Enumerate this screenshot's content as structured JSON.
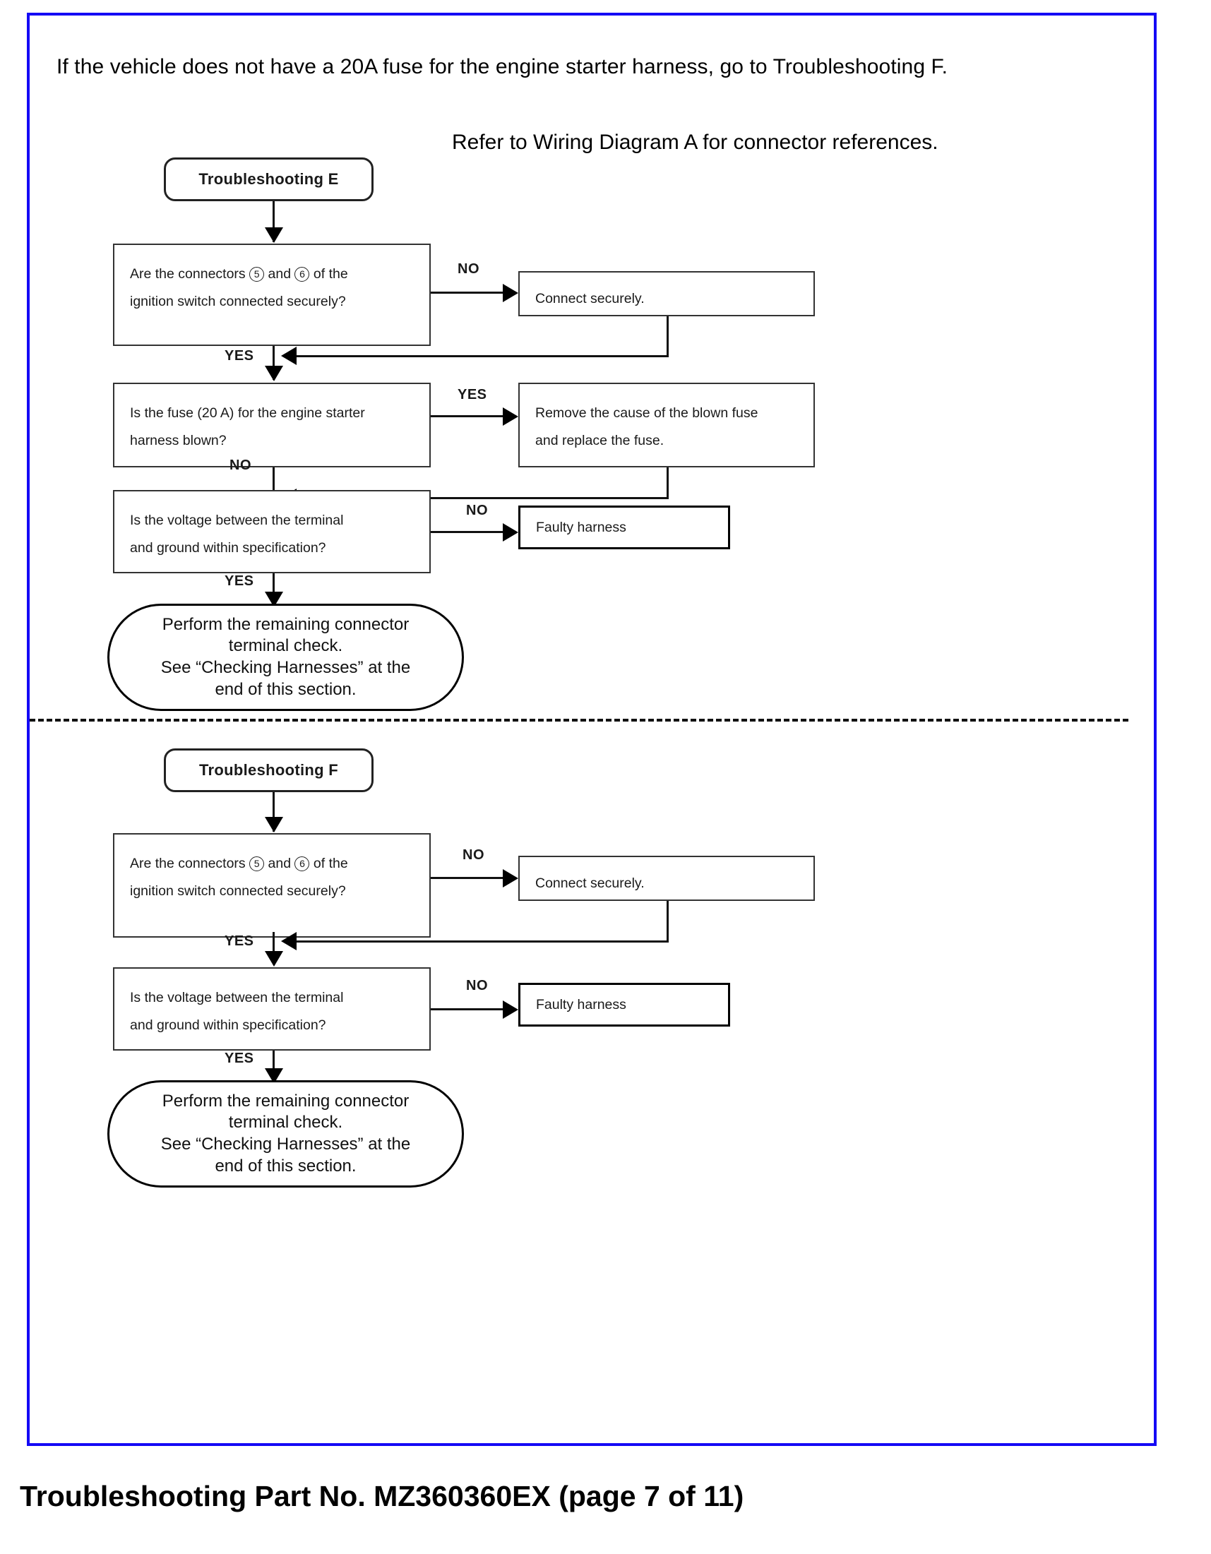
{
  "page": {
    "intro_note": "If the vehicle does not have a 20A fuse for the engine starter harness, go to Troubleshooting F.",
    "refer_note": "Refer to Wiring Diagram A for connector references.",
    "footer_caption": "Troubleshooting Part No. MZ360360EX (page 7 of 11)",
    "border_color": "#1409f5"
  },
  "section_e": {
    "start_label": "Troubleshooting E",
    "q1": {
      "line1_a": "Are  the  connectors ",
      "line1_num1": "5",
      "line1_b": " and ",
      "line1_num2": "6",
      "line1_c": " of  the",
      "line2": "ignition switch connected securely?",
      "no_label": "NO",
      "yes_label": "YES"
    },
    "a1": {
      "text": "Connect securely."
    },
    "q2": {
      "line1": "Is the fuse (20 A) for the engine starter",
      "line2": "harness blown?",
      "yes_label": "YES",
      "no_label": "NO"
    },
    "a2": {
      "line1": "Remove the cause of the blown fuse",
      "line2": "and replace the fuse."
    },
    "q3": {
      "line1": "Is the voltage between the terminal",
      "line2": "and ground within specification?",
      "no_label": "NO",
      "yes_label": "YES"
    },
    "a3": {
      "text": "Faulty harness"
    },
    "end": {
      "line1": "Perform the remaining connector",
      "line2": "terminal check.",
      "line3": "See “Checking Harnesses” at the",
      "line4": "end of this section."
    }
  },
  "section_f": {
    "start_label": "Troubleshooting F",
    "q1": {
      "line1_a": "Are  the  connectors ",
      "line1_num1": "5",
      "line1_b": " and ",
      "line1_num2": "6",
      "line1_c": " of  the",
      "line2": "ignition switch connected securely?",
      "no_label": "NO",
      "yes_label": "YES"
    },
    "a1": {
      "text": "Connect securely."
    },
    "q2": {
      "line1": "Is  the  voltage  between  the  terminal",
      "line2": "and ground within specification?",
      "no_label": "NO",
      "yes_label": "YES"
    },
    "a2": {
      "text": "Faulty harness"
    },
    "end": {
      "line1": "Perform the remaining connector",
      "line2": "terminal check.",
      "line3": "See “Checking Harnesses” at the",
      "line4": "end of this section."
    }
  }
}
